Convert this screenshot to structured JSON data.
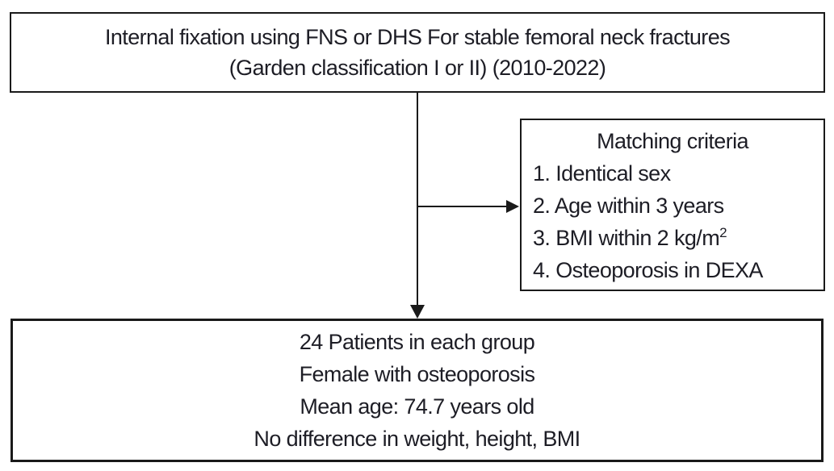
{
  "diagram": {
    "top_box": {
      "line1": "Internal fixation using FNS or DHS For stable femoral neck fractures",
      "line2": "(Garden classification I or II) (2010-2022)"
    },
    "matching_box": {
      "title": "Matching criteria",
      "item1": "1. Identical sex",
      "item2": "2. Age within 3 years",
      "item3_text": "3. BMI within 2 kg/m",
      "item3_sup": "2",
      "item4": "4. Osteoporosis in DEXA"
    },
    "bottom_box": {
      "lines": [
        "24 Patients in each group",
        "Female with osteoporosis",
        "Mean age: 74.7 years old",
        "No difference in weight, height, BMI"
      ]
    },
    "colors": {
      "border": "#1a1a1a",
      "text": "#1d1d25",
      "background": "#ffffff"
    }
  }
}
